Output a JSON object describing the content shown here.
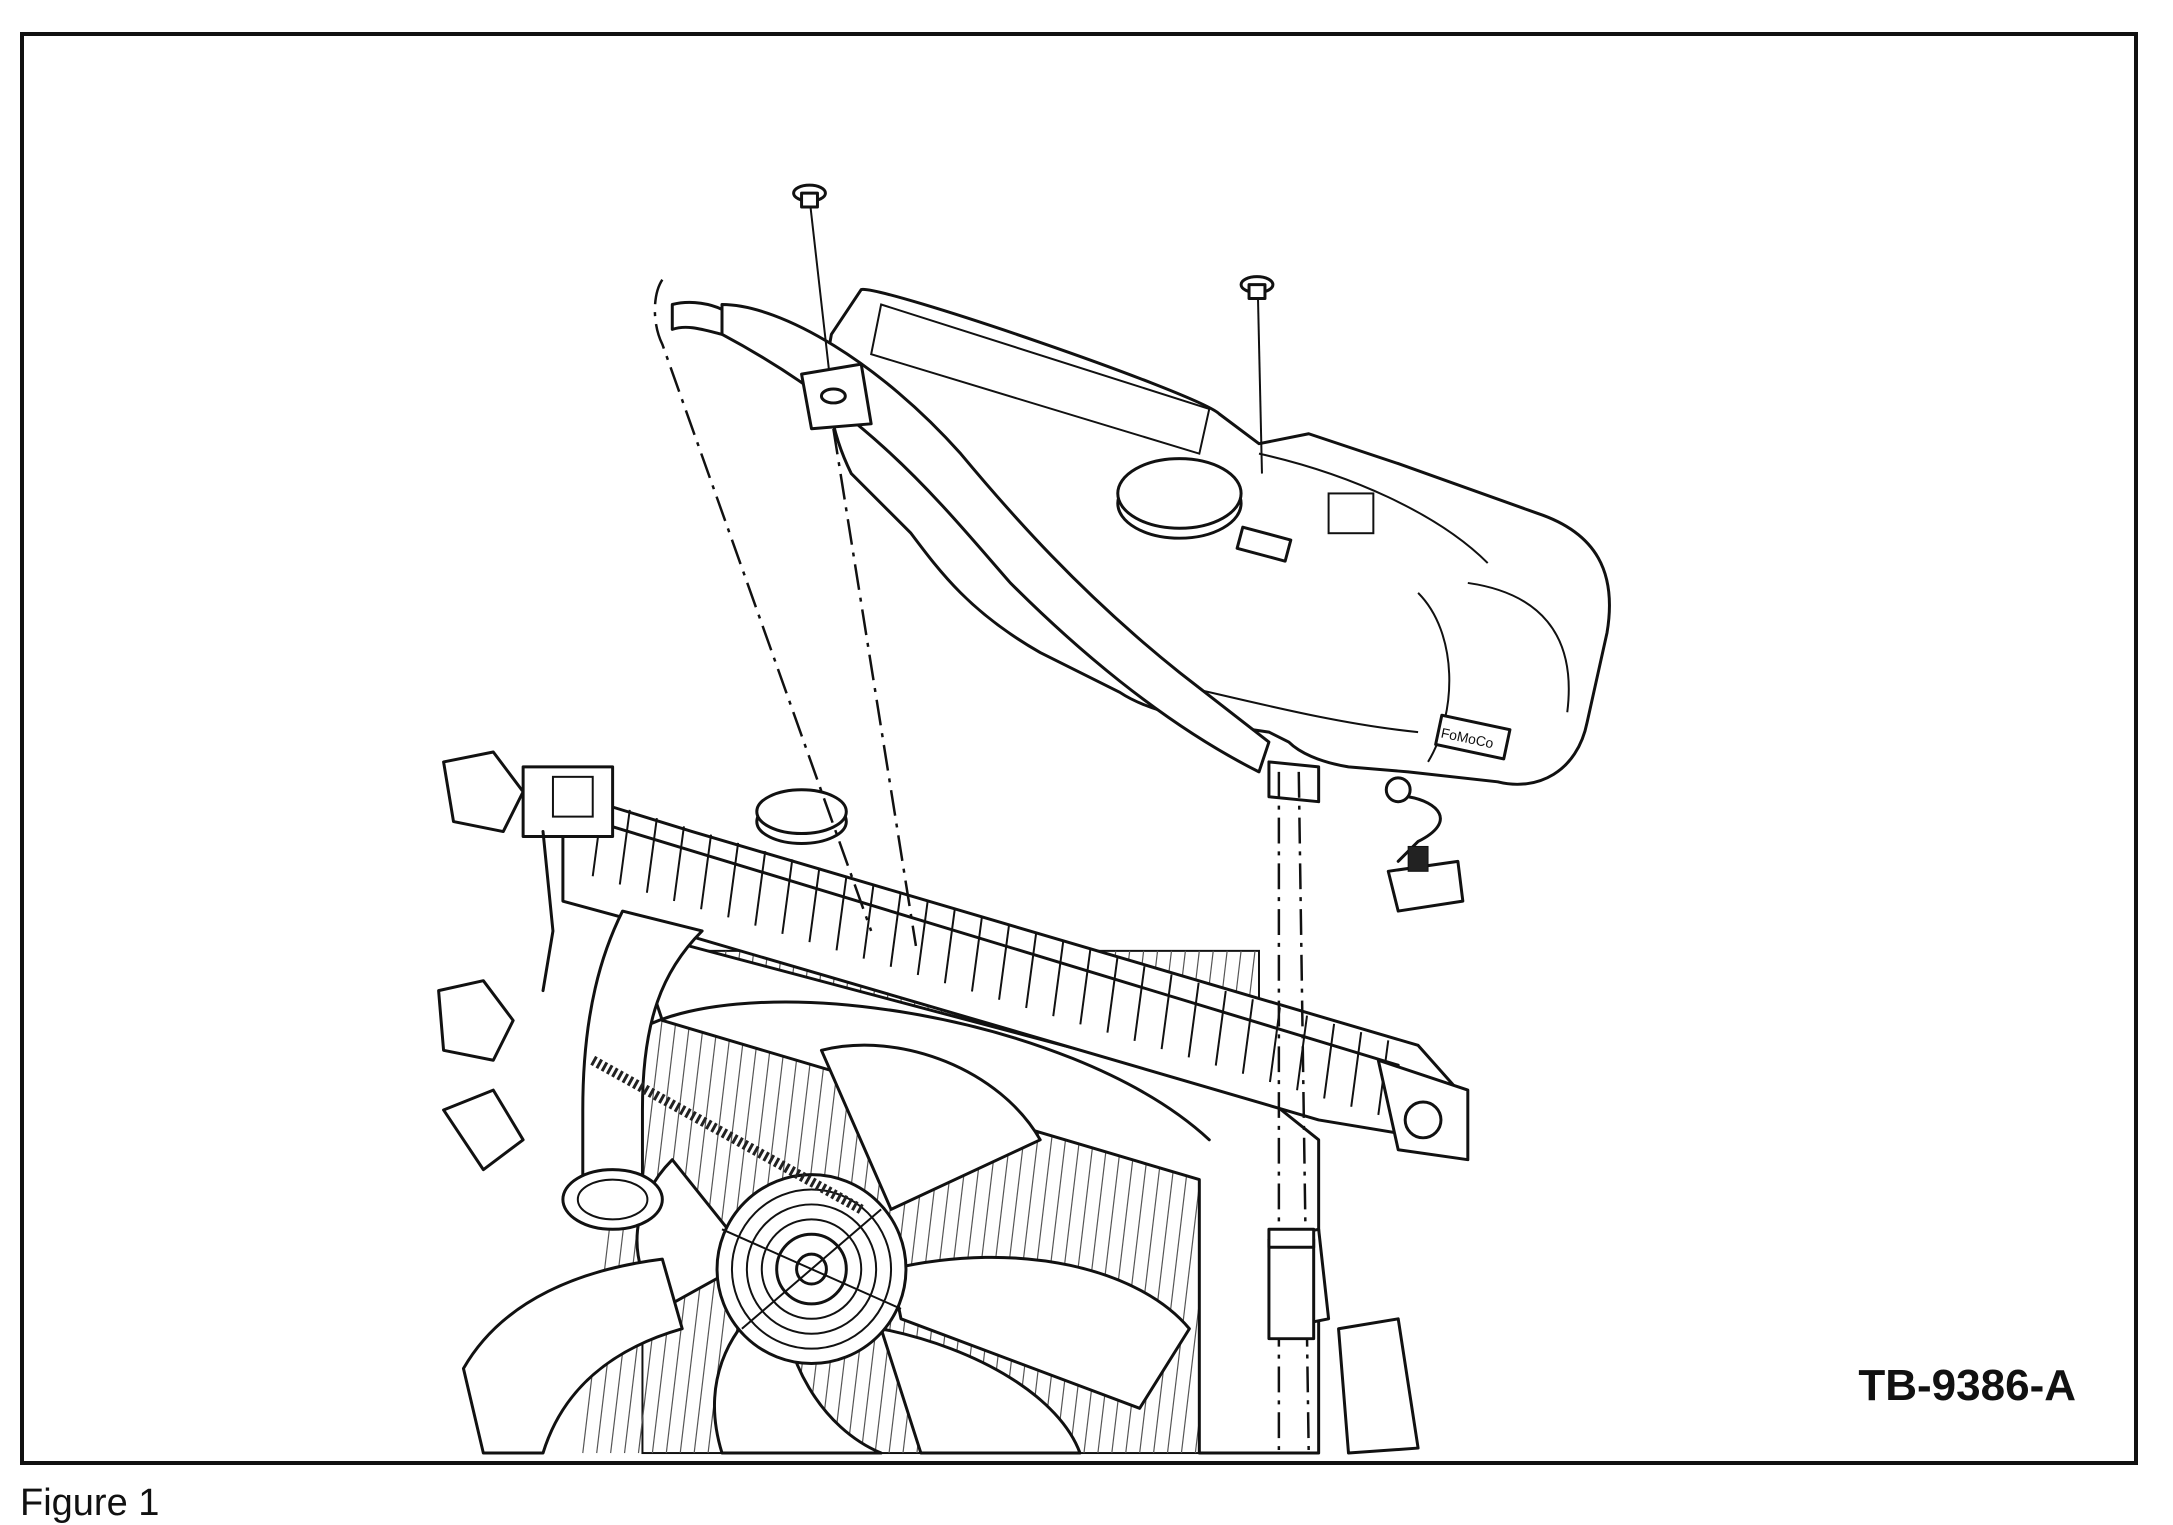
{
  "figure": {
    "code": "TB-9386-A",
    "caption": "Figure 1",
    "tank_label": "FoMoCo"
  },
  "colors": {
    "line": "#111111",
    "background": "#ffffff"
  }
}
